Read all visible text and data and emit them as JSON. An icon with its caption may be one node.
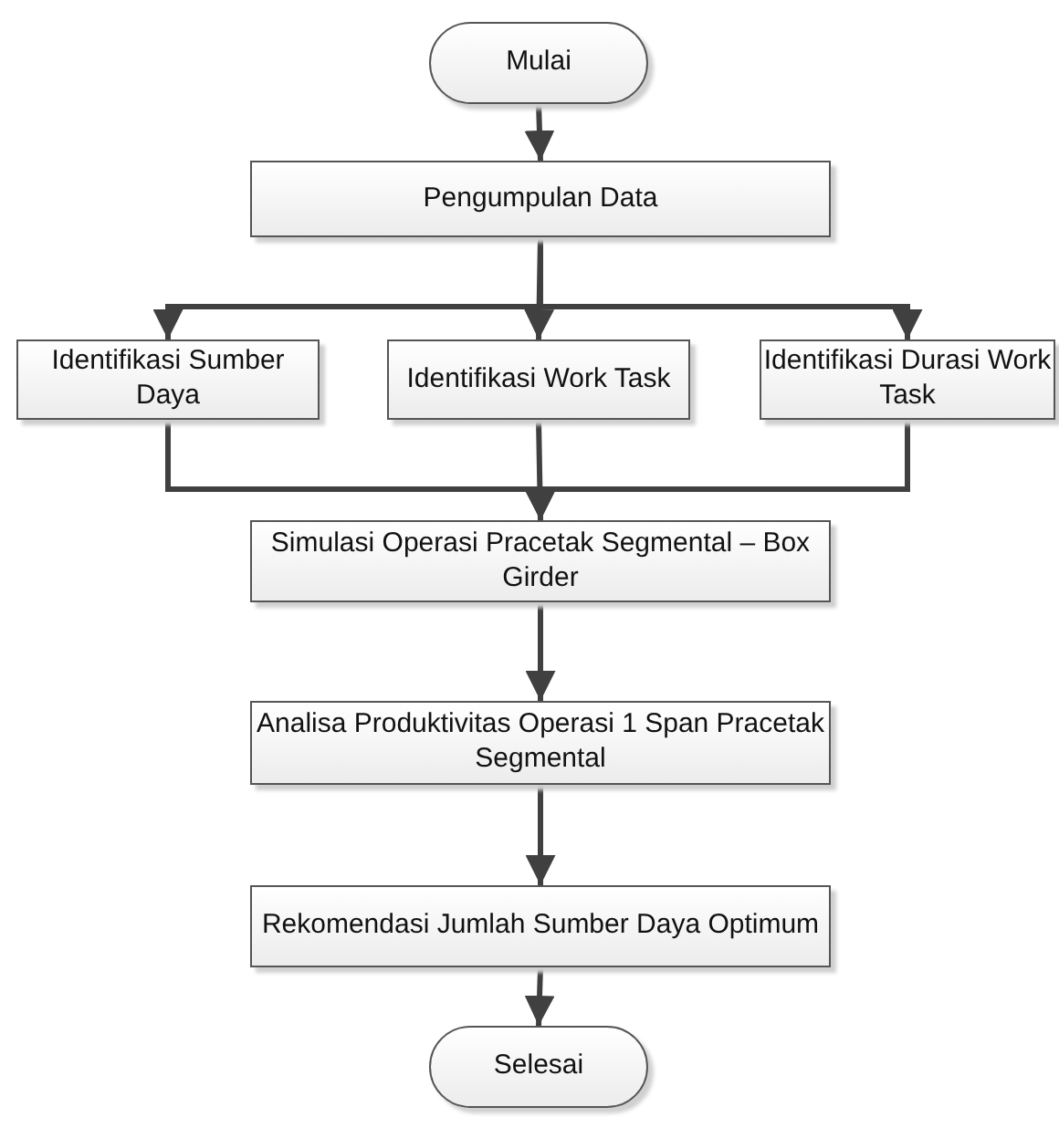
{
  "diagram": {
    "nodes": [
      {
        "text": [
          "Mulai"
        ]
      },
      {
        "text": [
          "Pengumpulan Data"
        ]
      },
      {
        "text": [
          "Identifikasi Sumber Daya"
        ]
      },
      {
        "text": [
          "Identifikasi Work Task"
        ]
      },
      {
        "text": [
          "Identifikasi Durasi Work Task"
        ]
      },
      {
        "text": [
          "Simulasi Operasi Pracetak Segmental – Box Girder"
        ]
      },
      {
        "text": [
          "Analisa Produktivitas Operasi 1 Span Pracetak Segmental"
        ]
      },
      {
        "text": [
          "Rekomendasi Jumlah Sumber Daya Optimum"
        ]
      },
      {
        "text": [
          "Selesai"
        ]
      }
    ],
    "edges": [
      {
        "from": 0,
        "to": 1,
        "arrow": "to"
      },
      {
        "from": 1,
        "to": 2,
        "arrow": "to"
      },
      {
        "from": 1,
        "to": 3,
        "arrow": "to"
      },
      {
        "from": 1,
        "to": 4,
        "arrow": "to"
      },
      {
        "from": 2,
        "to": 5,
        "arrow": "to"
      },
      {
        "from": 3,
        "to": 5,
        "arrow": "to"
      },
      {
        "from": 4,
        "to": 5,
        "arrow": "to"
      },
      {
        "from": 5,
        "to": 6,
        "arrow": "to"
      },
      {
        "from": 6,
        "to": 7,
        "arrow": "to"
      },
      {
        "from": 7,
        "to": 8,
        "arrow": "to"
      }
    ]
  }
}
